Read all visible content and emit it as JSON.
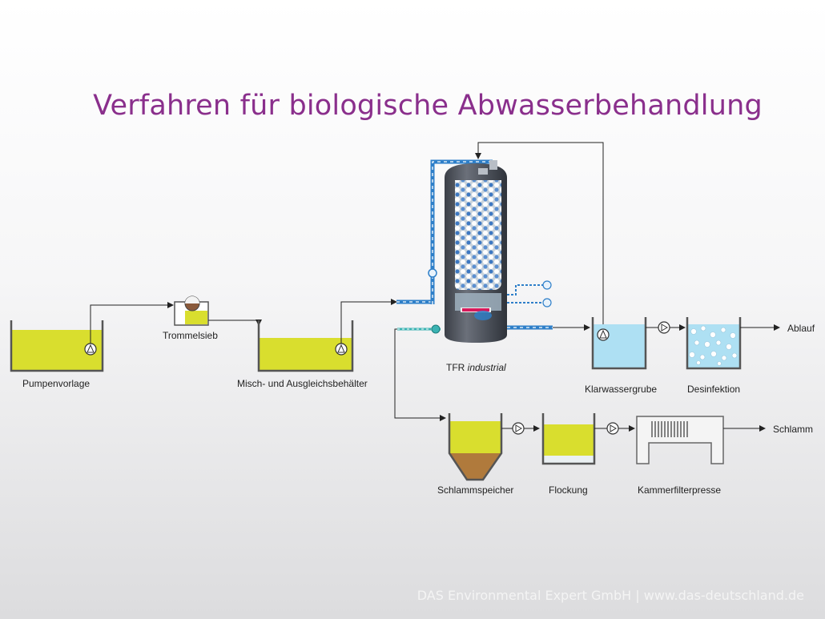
{
  "title": "Verfahren für biologische Abwasserbehandlung",
  "labels": {
    "pumpenvorlage": "Pumpenvorlage",
    "trommelsieb": "Trommelsieb",
    "misch": "Misch- und Ausgleichsbehälter",
    "tfr_main": "TFR",
    "tfr_italic": "industrial",
    "klarwassergrube": "Klarwassergrube",
    "desinfektion": "Desinfektion",
    "ablauf": "Ablauf",
    "schlammspeicher": "Schlammspeicher",
    "flockung": "Flockung",
    "kammerfilterpresse": "Kammerfilterpresse",
    "schlamm": "Schlamm"
  },
  "footer": "DAS Environmental Expert GmbH | www.das-deutschland.de",
  "colors": {
    "title": "#8a2f8c",
    "wastewater": "#d9de2e",
    "clear_water": "#aee0f3",
    "sludge": "#b07a3c",
    "pipe_blue": "#2e7fc9",
    "pipe_line": "#222222",
    "reactor": "#4a4f58"
  }
}
